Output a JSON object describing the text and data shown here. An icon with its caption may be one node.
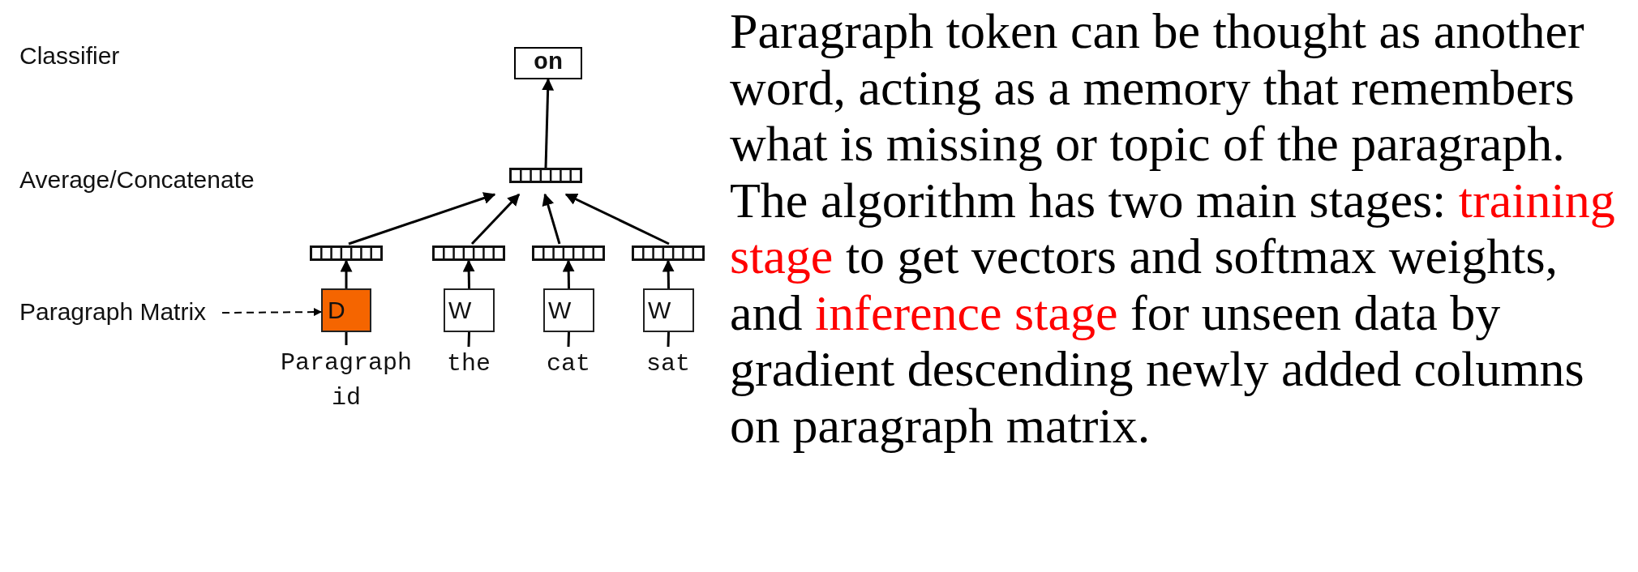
{
  "diagram": {
    "nodes": [
      {
        "text": [
          "on"
        ]
      },
      {
        "text": [],
        "shape": "bar"
      },
      {
        "text": [],
        "shape": "bar"
      },
      {
        "text": [],
        "shape": "bar"
      },
      {
        "text": [],
        "shape": "bar"
      },
      {
        "text": [],
        "shape": "bar"
      },
      {
        "text": [
          "Paragraph Matrix"
        ]
      },
      {
        "text": [
          "D"
        ]
      },
      {
        "text": [
          "W"
        ]
      },
      {
        "text": [
          "W"
        ]
      },
      {
        "text": [
          "W"
        ]
      },
      {
        "text": [
          "Paragraph id"
        ]
      },
      {
        "text": [
          "the"
        ]
      },
      {
        "text": [
          "cat"
        ]
      },
      {
        "text": [
          "sat"
        ]
      }
    ],
    "edges": [
      {
        "from": 1,
        "to": 0,
        "arrow": "to"
      },
      {
        "from": 2,
        "to": 1,
        "arrow": "to"
      },
      {
        "from": 3,
        "to": 1,
        "arrow": "to"
      },
      {
        "from": 4,
        "to": 1,
        "arrow": "to"
      },
      {
        "from": 5,
        "to": 1,
        "arrow": "to"
      },
      {
        "from": 7,
        "to": 2,
        "arrow": "to"
      },
      {
        "from": 8,
        "to": 3,
        "arrow": "to"
      },
      {
        "from": 9,
        "to": 4,
        "arrow": "to"
      },
      {
        "from": 10,
        "to": 5,
        "arrow": "to"
      },
      {
        "from": 6,
        "to": 7,
        "arrow": "to",
        "style": "dashed"
      },
      {
        "from": 11,
        "to": 7,
        "arrow": "none"
      },
      {
        "from": 12,
        "to": 8,
        "arrow": "none"
      },
      {
        "from": 13,
        "to": 9,
        "arrow": "none"
      },
      {
        "from": 14,
        "to": 10,
        "arrow": "none"
      }
    ],
    "labels": [
      "Classifier",
      "Average/Concatenate",
      "Paragraph token can be thought as another word, acting as a memory that remembers what is missing or topic of the paragraph. The algorithm has two main stages: *training stage* to get vectors and softmax weights, and *inference stage* for unseen data by gradient descending newly added columns on paragraph matrix."
    ]
  }
}
